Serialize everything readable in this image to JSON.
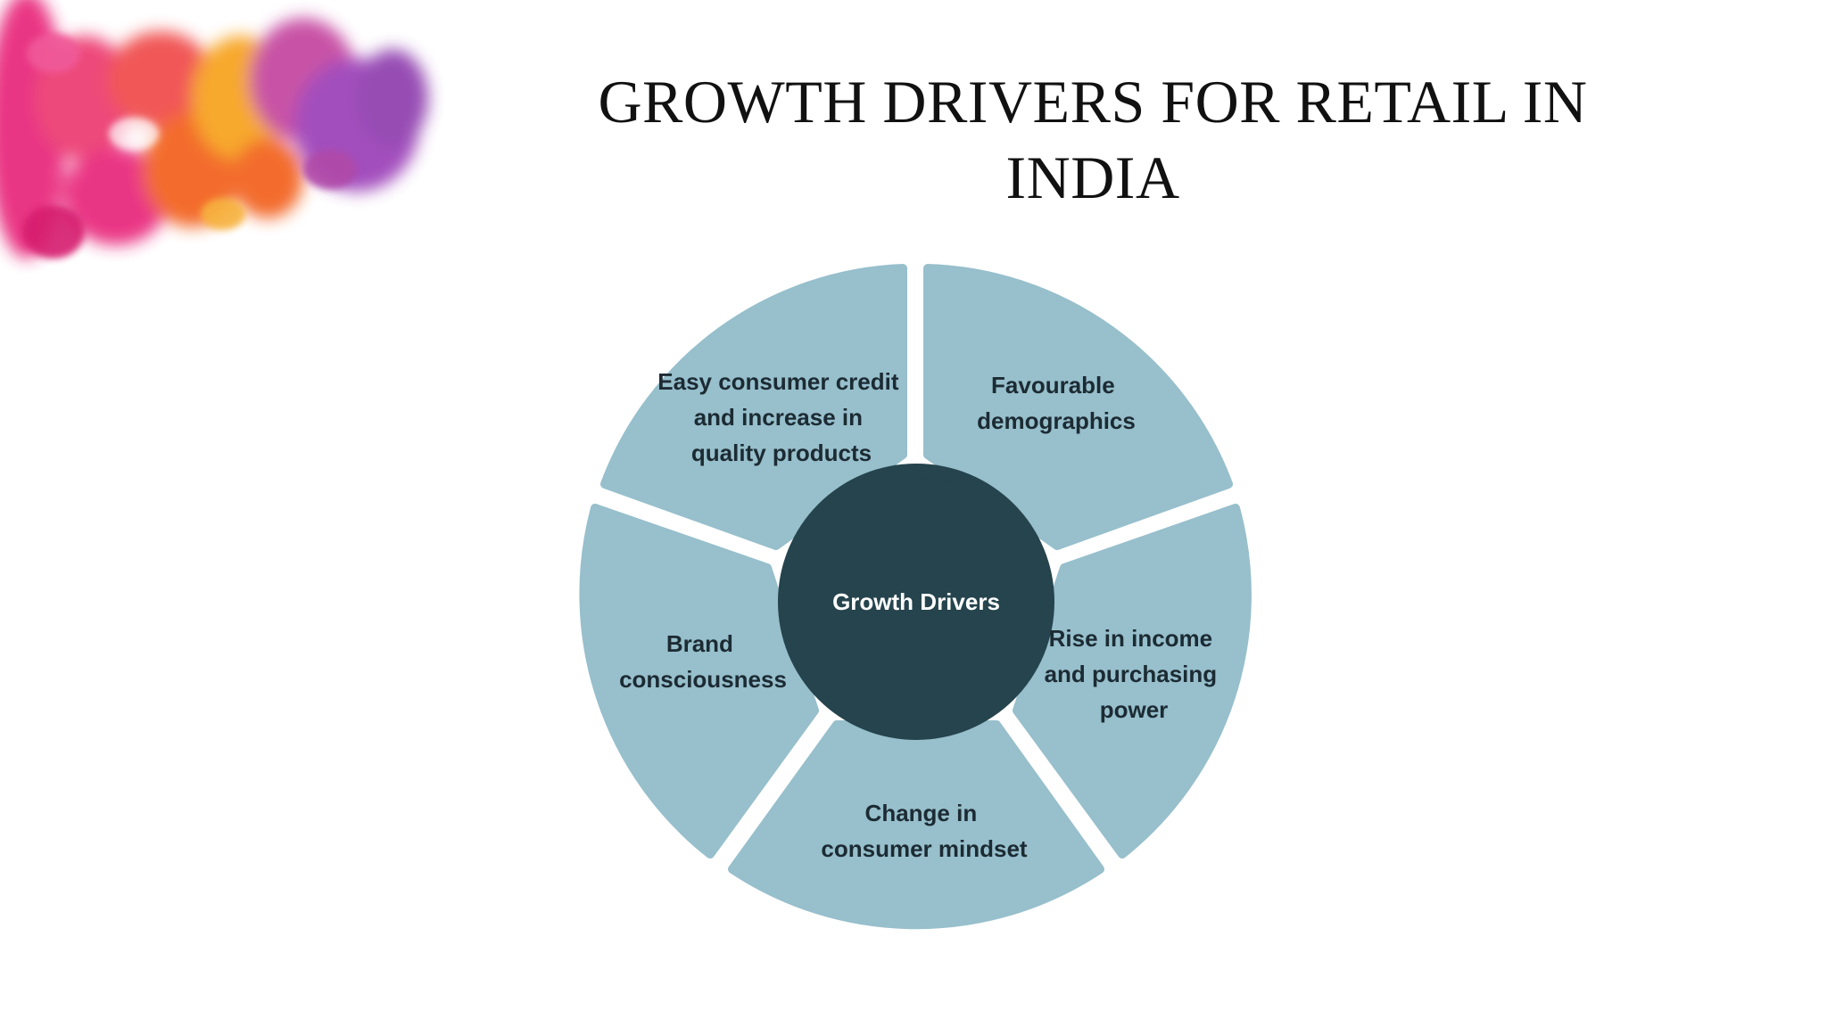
{
  "slide": {
    "title_lines": [
      "GROWTH DRIVERS FOR RETAIL IN",
      "INDIA"
    ]
  },
  "decoration": {
    "icon": "ink-smoke-icon",
    "colors": [
      "#e8267a",
      "#f2601f",
      "#f7a21c",
      "#9b3fb8"
    ]
  },
  "diagram": {
    "center_label": "Growth Drivers",
    "colors": {
      "segment": "#97bfcc",
      "hub": "#25444d",
      "segment_text": "#1c2b33",
      "hub_text": "#ffffff"
    },
    "segments": [
      {
        "id": "easy-credit",
        "lines": [
          "Easy consumer credit",
          "and increase in",
          "quality products"
        ]
      },
      {
        "id": "demographics",
        "lines": [
          "Favourable",
          "demographics"
        ]
      },
      {
        "id": "income",
        "lines": [
          "Rise in income",
          "and purchasing",
          "power"
        ]
      },
      {
        "id": "mindset",
        "lines": [
          "Change in",
          "consumer mindset"
        ]
      },
      {
        "id": "brand",
        "lines": [
          "Brand",
          "consciousness"
        ]
      }
    ]
  }
}
